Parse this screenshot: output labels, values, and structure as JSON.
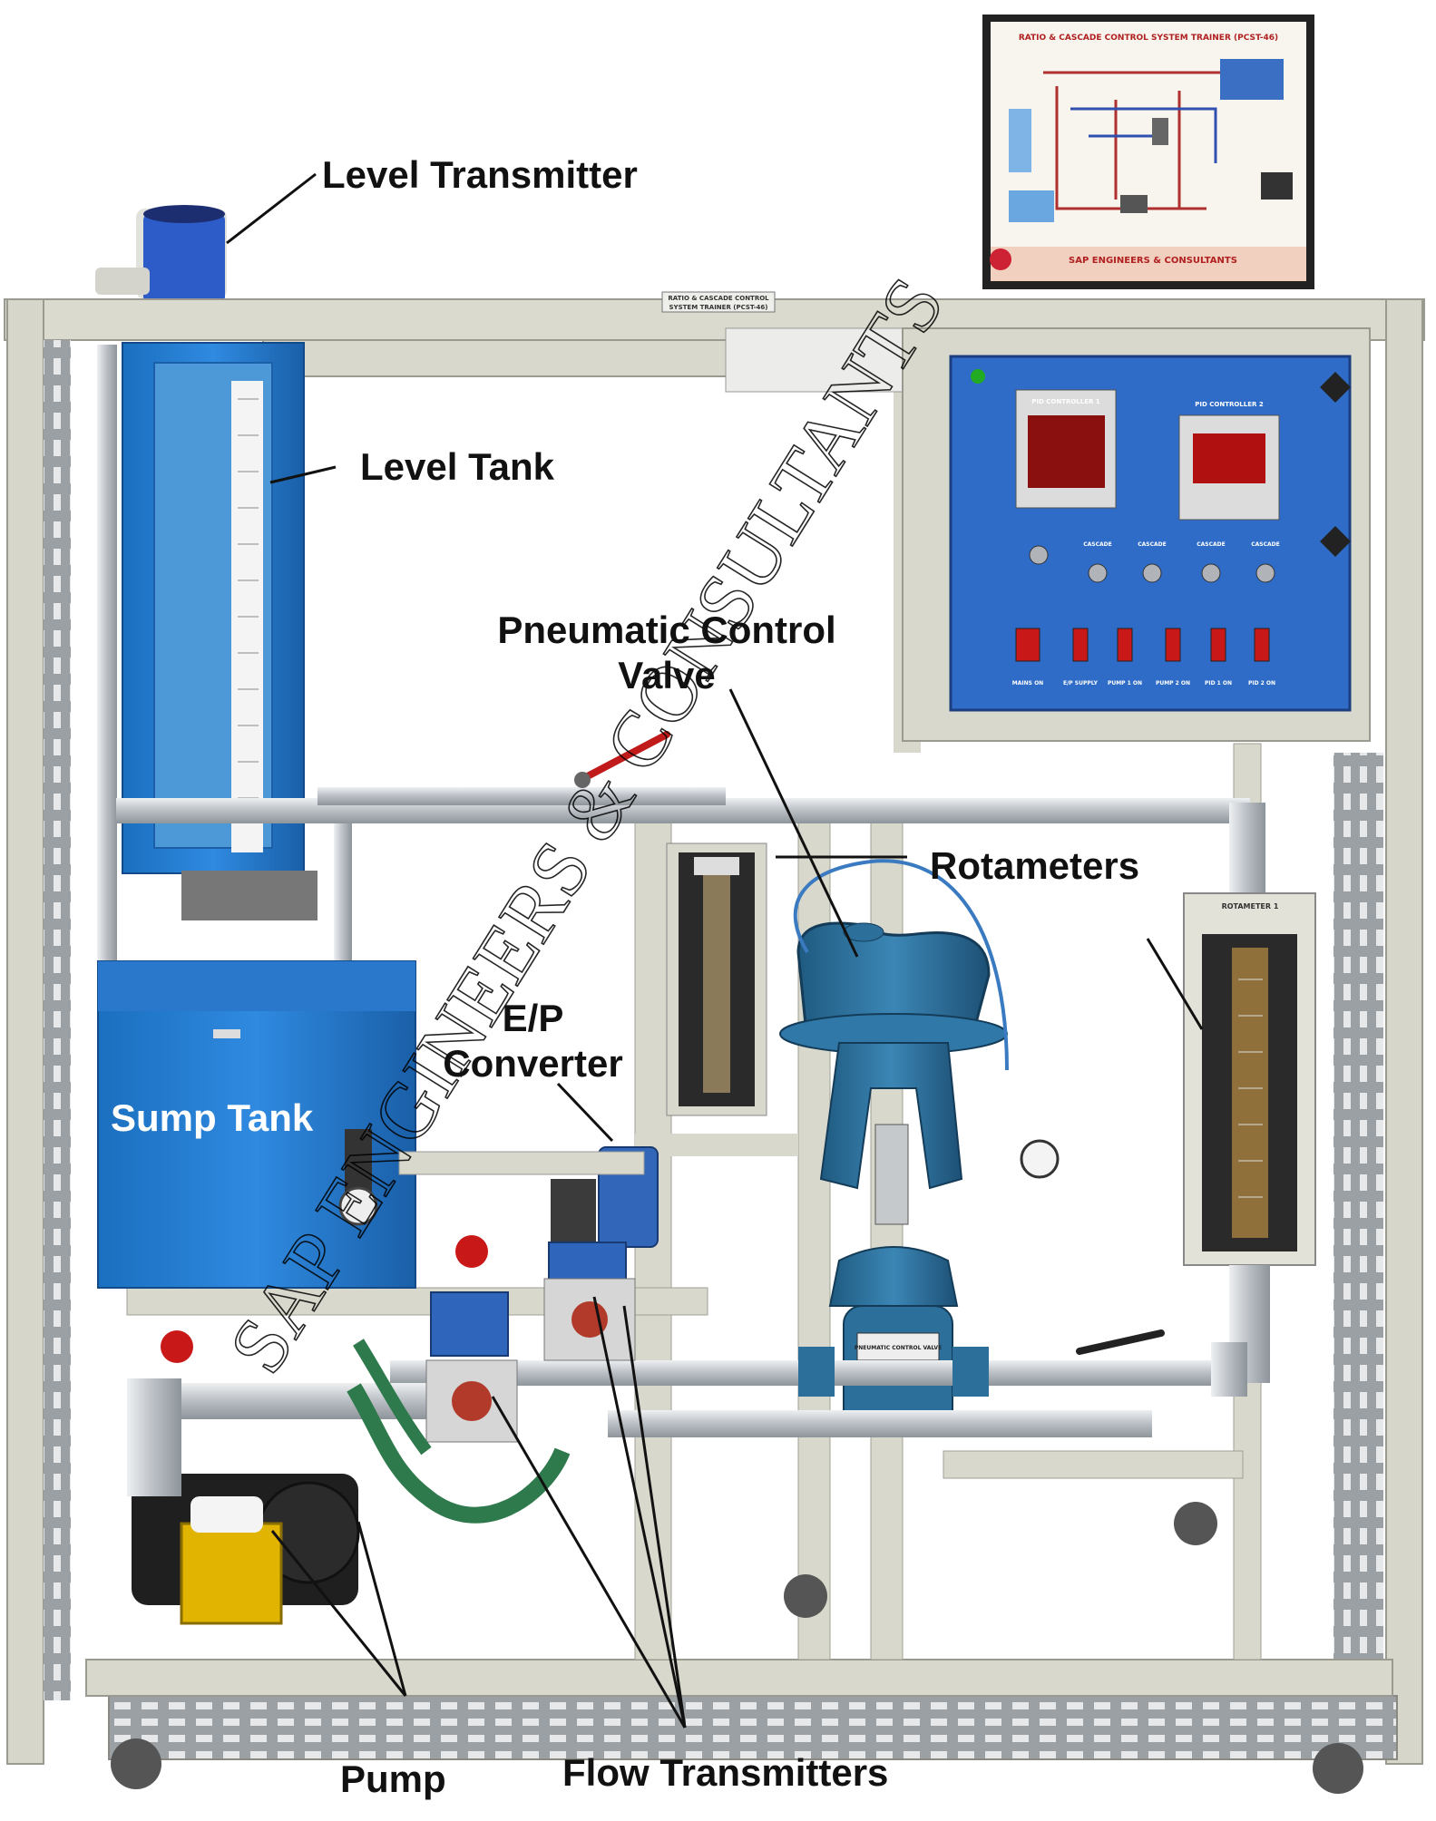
{
  "labels": {
    "level_transmitter": "Level Transmitter",
    "level_tank": "Level Tank",
    "pneumatic_control_valve_line1": "Pneumatic Control",
    "pneumatic_control_valve_line2": "Valve",
    "rotameters": "Rotameters",
    "ep_converter_line1": "E/P",
    "ep_converter_line2": "Converter",
    "sump_tank": "Sump Tank",
    "pump": "Pump",
    "flow_transmitters": "Flow Transmitters"
  },
  "poster": {
    "title": "RATIO & CASCADE CONTROL SYSTEM TRAINER (PCST-46)",
    "company": "SAP ENGINEERS & CONSULTANTS"
  },
  "frame_plate": {
    "line1": "RATIO & CASCADE CONTROL",
    "line2": "SYSTEM TRAINER (PCST-46)"
  },
  "panel": {
    "controller1_label": "PID CONTROLLER 1",
    "controller2_label": "PID CONTROLLER 2",
    "switch_labels": [
      "CASCADE",
      "CASCADE",
      "CASCADE",
      "CASCADE"
    ],
    "lamp_labels": [
      "MAINS ON",
      "E/P SUPPLY",
      "PUMP 1 ON",
      "PUMP 2 ON",
      "PID 1 ON",
      "PID 2 ON"
    ]
  },
  "device_labels": {
    "control_valve_plate": "PNEUMATIC CONTROL VALVE",
    "rotameter_plate": "ROTAMETER 1"
  },
  "watermark": "SAP ENGINEERS & CONSULTANTS",
  "colors": {
    "frame": "#d8d8cc",
    "tank_blue": "#1e7fd6",
    "panel_blue": "#2f6cc8",
    "valve_blue": "#2b6f9a",
    "pipe": "#c8ccd0",
    "pump_yellow": "#e0b400",
    "hose_green": "#2f7a4c"
  }
}
